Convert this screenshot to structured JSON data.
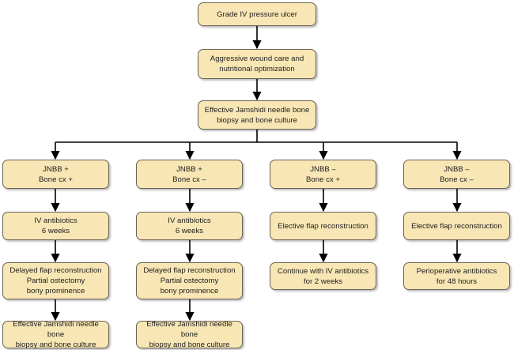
{
  "colors": {
    "box_fill": "#f8e6b4",
    "box_border": "#6b6255",
    "connector": "#000000"
  },
  "top": [
    "Grade IV pressure ulcer",
    "Aggressive wound care and\nnutritional optimization",
    "Effective Jamshidi needle bone\nbiopsy and bone culture"
  ],
  "columns": [
    {
      "header": "JNBB +\nBone cx +",
      "steps": [
        "IV antibiotics\n6 weeks",
        "Delayed flap reconstruction\nPartial ostectomy\nbony prominence",
        "Effective Jamshidi needle bone\nbiopsy and bone culture"
      ]
    },
    {
      "header": "JNBB +\nBone cx –",
      "steps": [
        "IV antibiotics\n6 weeks",
        "Delayed flap reconstruction\nPartial ostectomy\nbony prominence",
        "Effective Jamshidi needle bone\nbiopsy and bone culture"
      ]
    },
    {
      "header": "JNBB –\nBone cx +",
      "steps": [
        "Elective flap reconstruction",
        "Continue with IV antibiotics\nfor 2 weeks"
      ]
    },
    {
      "header": "JNBB –\nBone cx –",
      "steps": [
        "Elective flap reconstruction",
        "Perioperative antibiotics\nfor 48 hours"
      ]
    }
  ]
}
